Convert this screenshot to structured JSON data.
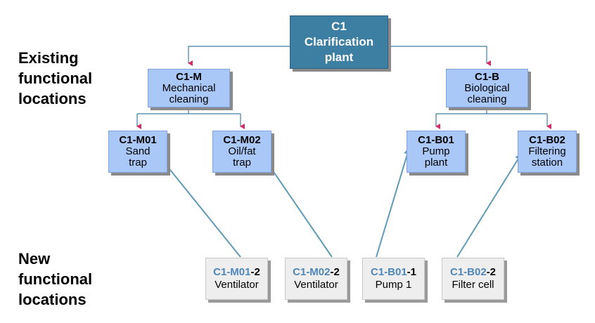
{
  "side_labels": {
    "existing": [
      "Existing",
      "functional",
      "locations"
    ],
    "new": [
      "New",
      "functional",
      "locations"
    ]
  },
  "root": {
    "code": "C1",
    "name_line1": "Clarification",
    "name_line2": "plant"
  },
  "level1": [
    {
      "code": "C1-M",
      "line1": "Mechanical",
      "line2": "cleaning"
    },
    {
      "code": "C1-B",
      "line1": "Biological",
      "line2": "cleaning"
    }
  ],
  "level2": [
    {
      "code": "C1-M01",
      "line1": "Sand",
      "line2": "trap"
    },
    {
      "code": "C1-M02",
      "line1": "Oil/fat",
      "line2": "trap"
    },
    {
      "code": "C1-B01",
      "line1": "Pump",
      "line2": "plant"
    },
    {
      "code": "C1-B02",
      "line1": "Filtering",
      "line2": "station"
    }
  ],
  "new_locations": [
    {
      "prefix": "C1-M01",
      "suffix": "-2",
      "name": "Ventilator"
    },
    {
      "prefix": "C1-M02",
      "suffix": "-2",
      "name": "Ventilator"
    },
    {
      "prefix": "C1-B01",
      "suffix": "-1",
      "name": "Pump 1"
    },
    {
      "prefix": "C1-B02",
      "suffix": "-2",
      "name": "Filter cell"
    }
  ],
  "colors": {
    "root_fill": "#3d7ea3",
    "node_fill": "#a9c8f7",
    "new_fill": "#eeeeee",
    "connector": "#3d7ea3",
    "arrowhead": "#d0306a",
    "link": "#5f9ab6"
  }
}
